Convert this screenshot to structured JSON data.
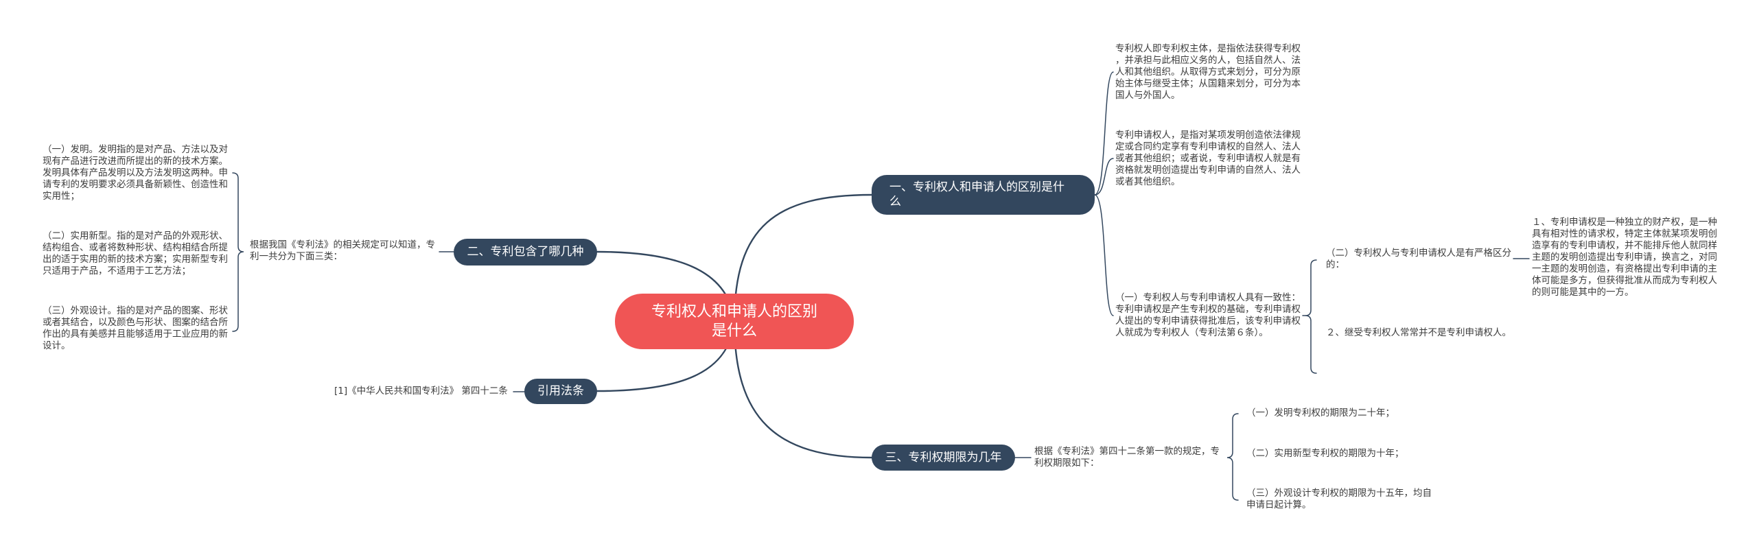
{
  "root": {
    "title": "专利权人和申请人的区别是什么"
  },
  "branch_1": {
    "label": "一、专利权人和申请人的区别是什么",
    "patentee_definition": "专利权人即专利权主体，是指依法获得专利权，并承担与此相应义务的人，包括自然人、法人和其他组织。从取得方式来划分，可分为原始主体与继受主体；从国籍来划分，可分为本国人与外国人。",
    "applicant_definition": "专利申请权人，是指对某项发明创造依法律规定或合同约定享有专利申请权的自然人、法人或者其他组织；或者说，专利申请权人就是有资格就发明创造提出专利申请的自然人、法人或者其他组织。",
    "consistency": "（一）专利权人与专利申请权人具有一致性：专利申请权是产生专利权的基础，专利申请权人提出的专利申请获得批准后，该专利申请权人就成为专利权人（专利法第６条）。",
    "distinction": "（二）专利权人与专利申请权人是有严格区分的：",
    "distinction_detail": "１、专利申请权是一种独立的财产权，是一种具有相对性的请求权，特定主体就某项发明创造享有的专利申请权，并不能排斥他人就同样主题的发明创造提出专利申请，换言之，对同一主题的发明创造，有资格提出专利申请的主体可能是多方，但获得批准从而成为专利权人的则可能是其中的一方。",
    "successor_note": "２、继受专利权人常常并不是专利申请权人。"
  },
  "branch_2": {
    "label": "二、专利包含了哪几种",
    "intro": "根据我国《专利法》的相关规定可以知道，专利一共分为下面三类：",
    "types": [
      "（一）发明。发明指的是对产品、方法以及对现有产品进行改进而所提出的新的技术方案。发明具体有产品发明以及方法发明这两种。申请专利的发明要求必须具备新颖性、创造性和实用性；",
      "（二）实用新型。指的是对产品的外观形状、结构组合、或者将数种形状、结构相结合所提出的适于实用的新的技术方案；实用新型专利只适用于产品，不适用于工艺方法；",
      "（三）外观设计。指的是对产品的图案、形状或者其结合，以及颜色与形状、图案的结合所作出的具有美感并且能够适用于工业应用的新设计。"
    ]
  },
  "references": {
    "label": "引用法条",
    "items": [
      "[1]《中华人民共和国专利法》 第四十二条"
    ]
  },
  "branch_3": {
    "label": "三、专利权期限为几年",
    "intro": "根据《专利法》第四十二条第一款的规定，专利权期限如下：",
    "terms": [
      "（一）发明专利权的期限为二十年；",
      "（二）实用新型专利权的期限为十年；",
      "（三）外观设计专利权的期限为十五年，均自申请日起计算。"
    ]
  },
  "colors": {
    "root": "#f05555",
    "branch": "#33475e",
    "line": "#33475e",
    "text": "#3c3c3c",
    "background": "#ffffff"
  }
}
